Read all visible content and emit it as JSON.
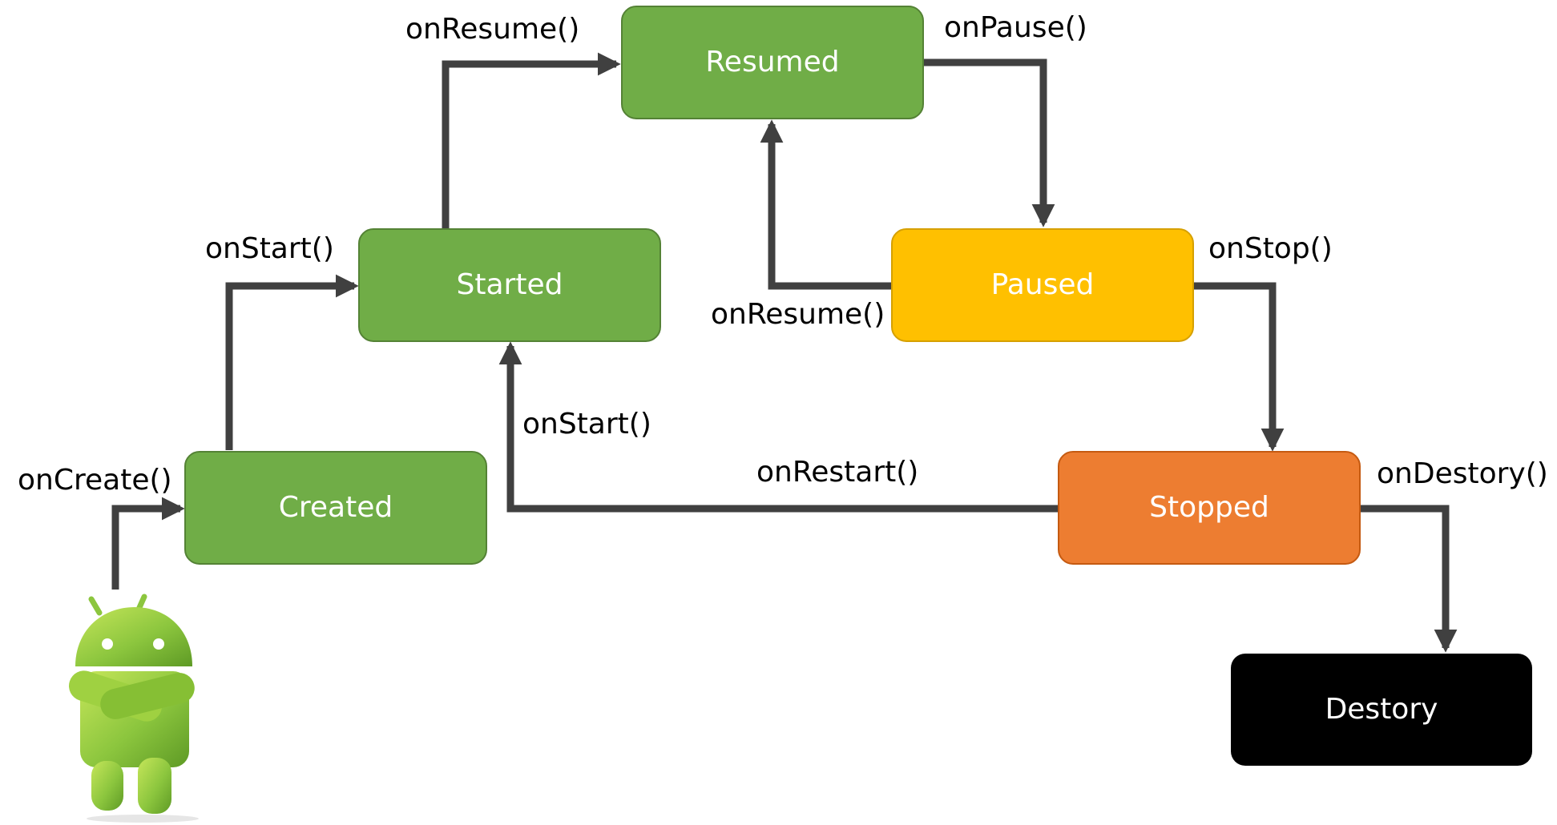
{
  "colors": {
    "green": "#70ad47",
    "green_border": "#548235",
    "yellow": "#ffc000",
    "orange": "#ed7d31",
    "black": "#000000",
    "arrow": "#404040"
  },
  "states": {
    "created": "Created",
    "started": "Started",
    "resumed": "Resumed",
    "paused": "Paused",
    "stopped": "Stopped",
    "destroy": "Destory"
  },
  "transitions": {
    "on_create": "onCreate()",
    "on_start_top": "onStart()",
    "on_resume_top": "onResume()",
    "on_pause": "onPause()",
    "on_resume_back": "onResume()",
    "on_stop": "onStop()",
    "on_start_back": "onStart()",
    "on_restart": "onRestart()",
    "on_destroy": "onDestory()"
  },
  "icon": "android-robot-icon"
}
